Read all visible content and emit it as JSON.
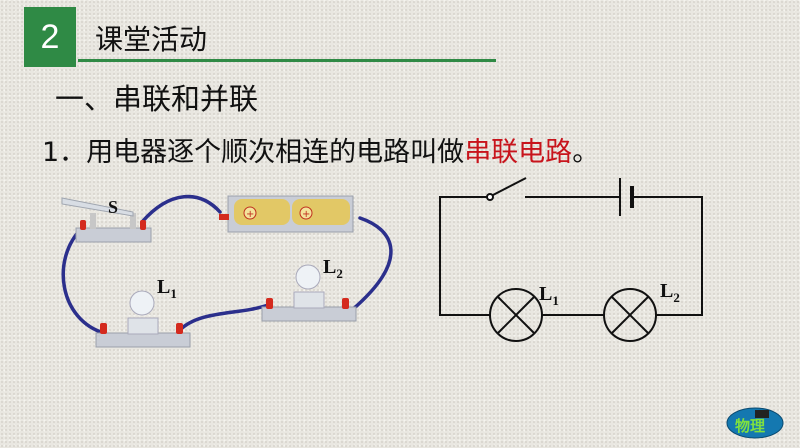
{
  "header": {
    "number": "2",
    "title": "课堂活动"
  },
  "section": {
    "heading": "一、串联和并联"
  },
  "point1": {
    "prefix": "1．用电器逐个顺次相连的电路叫做",
    "highlight": "串联电路",
    "suffix": "。"
  },
  "figure": {
    "switch_label": "S",
    "lamp1": "L",
    "lamp1_sub": "1",
    "lamp2": "L",
    "lamp2_sub": "2"
  },
  "schematic": {
    "lamp1": "L",
    "lamp1_sub": "1",
    "lamp2": "L",
    "lamp2_sub": "2"
  },
  "logo": {
    "text": "物理"
  },
  "colors": {
    "accent": "#2f8a45",
    "highlight": "#c8141c",
    "wire": "#2b2f8c"
  }
}
